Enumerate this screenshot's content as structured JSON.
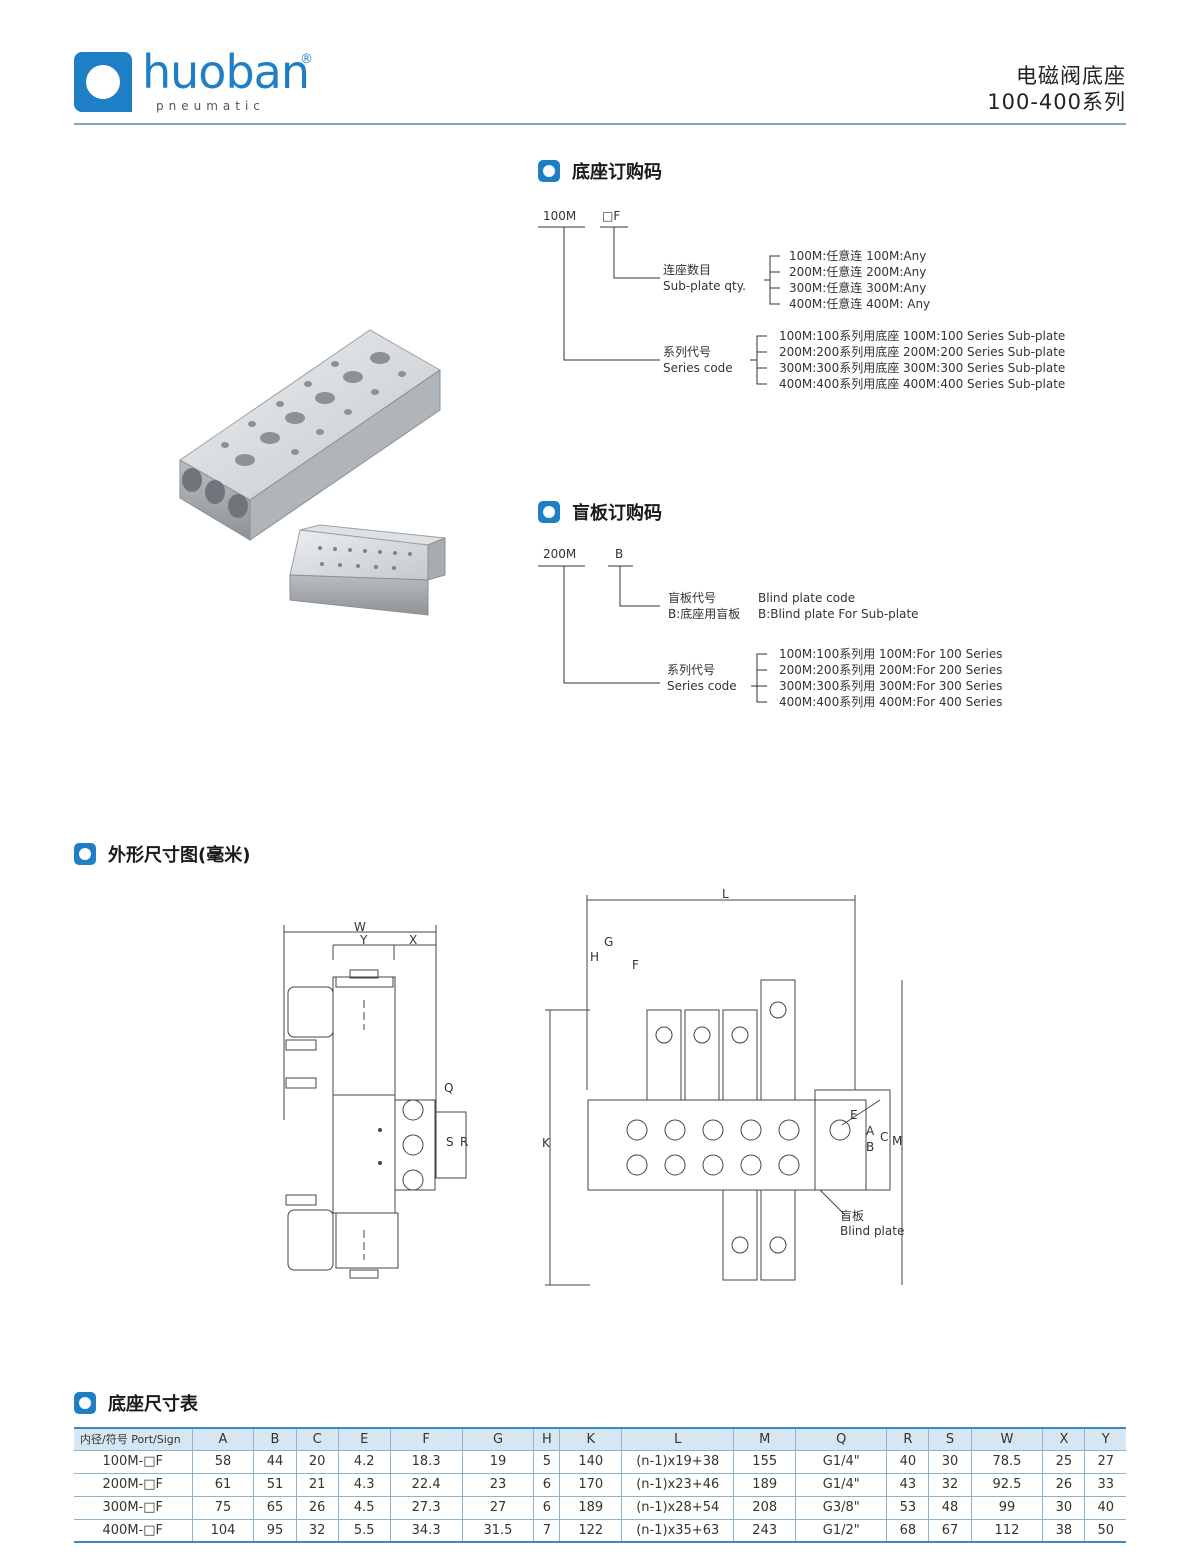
{
  "header": {
    "brand": "huoban",
    "registered": "®",
    "brand_sub": "pneumatic",
    "title_line1": "电磁阀底座",
    "title_line2": "100-400系列"
  },
  "colors": {
    "accent": "#1f7fc6",
    "table_header": "#d6e7f3",
    "table_border": "#3e89bd"
  },
  "section1": {
    "title": "底座订购码",
    "code1": "100M",
    "code2": "□F",
    "qty_cn": "连座数目",
    "qty_en": "Sub-plate qty.",
    "qty_options": [
      "100M:任意连   100M:Any",
      "200M:任意连   200M:Any",
      "300M:任意连   300M:Any",
      "400M:任意连   400M: Any"
    ],
    "series_cn": "系列代号",
    "series_en": "Series  code",
    "series_options": [
      "100M:100系列用底座   100M:100 Series Sub-plate",
      "200M:200系列用底座   200M:200 Series Sub-plate",
      "300M:300系列用底座   300M:300 Series Sub-plate",
      "400M:400系列用底座   400M:400 Series Sub-plate"
    ]
  },
  "section2": {
    "title": "盲板订购码",
    "code1": "200M",
    "code2": "B",
    "blind_cn": "盲板代号",
    "blind_cn2": "B:底座用盲板",
    "blind_en": "Blind plate code",
    "blind_en2": "B:Blind plate For Sub-plate",
    "series_cn": "系列代号",
    "series_en": "Series  code",
    "series_options": [
      "100M:100系列用   100M:For  100 Series",
      "200M:200系列用   200M:For  200 Series",
      "300M:300系列用   300M:For  300 Series",
      "400M:400系列用   400M:For  400 Series"
    ]
  },
  "section3": {
    "title": "外形尺寸图(毫米)",
    "labels": {
      "W": "W",
      "Y": "Y",
      "X": "X",
      "Q": "Q",
      "S": "S",
      "R": "R",
      "L": "L",
      "G": "G",
      "H": "H",
      "F": "F",
      "K": "K",
      "E": "E",
      "A": "A",
      "B": "B",
      "C": "C",
      "M": "M"
    },
    "blind_cn": "盲板",
    "blind_en": "Blind  plate"
  },
  "section4": {
    "title": "底座尺寸表",
    "headers": [
      "内径/符号 Port/Sign",
      "A",
      "B",
      "C",
      "E",
      "F",
      "G",
      "H",
      "K",
      "L",
      "M",
      "Q",
      "R",
      "S",
      "W",
      "X",
      "Y"
    ],
    "rows": [
      [
        "100M-□F",
        "58",
        "44",
        "20",
        "4.2",
        "18.3",
        "19",
        "5",
        "140",
        "(n-1)x19+38",
        "155",
        "G1/4\"",
        "40",
        "30",
        "78.5",
        "25",
        "27"
      ],
      [
        "200M-□F",
        "61",
        "51",
        "21",
        "4.3",
        "22.4",
        "23",
        "6",
        "170",
        "(n-1)x23+46",
        "189",
        "G1/4\"",
        "43",
        "32",
        "92.5",
        "26",
        "33"
      ],
      [
        "300M-□F",
        "75",
        "65",
        "26",
        "4.5",
        "27.3",
        "27",
        "6",
        "189",
        "(n-1)x28+54",
        "208",
        "G3/8\"",
        "53",
        "48",
        "99",
        "30",
        "40"
      ],
      [
        "400M-□F",
        "104",
        "95",
        "32",
        "5.5",
        "34.3",
        "31.5",
        "7",
        "122",
        "(n-1)x35+63",
        "243",
        "G1/2\"",
        "68",
        "67",
        "112",
        "38",
        "50"
      ]
    ]
  }
}
